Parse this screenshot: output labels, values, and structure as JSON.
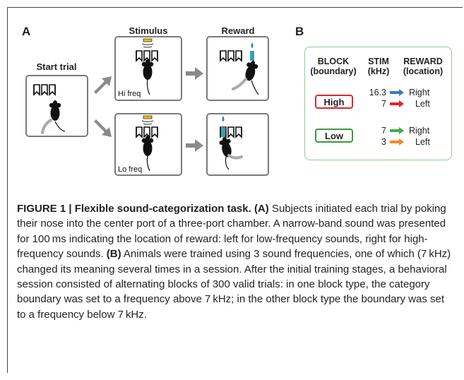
{
  "panels": {
    "a_label": "A",
    "b_label": "B"
  },
  "panel_a": {
    "start_trial": "Start trial",
    "stimulus": "Stimulus",
    "reward": "Reward",
    "hi_freq": "Hi freq",
    "lo_freq": "Lo freq"
  },
  "panel_b": {
    "col_block": "BLOCK",
    "col_block_sub": "(boundary)",
    "col_stim": "STIM",
    "col_stim_sub": "(kHz)",
    "col_reward": "REWARD",
    "col_reward_sub": "(location)",
    "blocks": [
      {
        "name": "High",
        "color": "#e0262b",
        "rows": [
          {
            "stim": "16.3",
            "arrow_color": "#3b78c4",
            "reward": "Right"
          },
          {
            "stim": "7",
            "arrow_color": "#e0262b",
            "reward": "Left"
          }
        ]
      },
      {
        "name": "Low",
        "color": "#3a9a3a",
        "rows": [
          {
            "stim": "7",
            "arrow_color": "#3fae49",
            "reward": "Right"
          },
          {
            "stim": "3",
            "arrow_color": "#f08a24",
            "reward": "Left"
          }
        ]
      }
    ]
  },
  "caption": {
    "lead": "FIGURE 1 | Flexible sound-categorization task.",
    "a_ref": "(A)",
    "a_text": " Subjects initiated each trial by poking their nose into the center port of a three-port chamber. A narrow-band sound was presented for 100 ms indicating the location of reward: left for low-frequency sounds, right for high-frequency sounds. ",
    "b_ref": "(B)",
    "b_text": " Animals were trained using 3 sound frequencies, one of which (7 kHz) changed its meaning several times in a session. After the initial training stages, a behavioral session consisted of alternating blocks of 300 valid trials: in one block type, the category boundary was set to a frequency above 7 kHz; in the other block type the boundary was set to a frequency below 7 kHz."
  }
}
